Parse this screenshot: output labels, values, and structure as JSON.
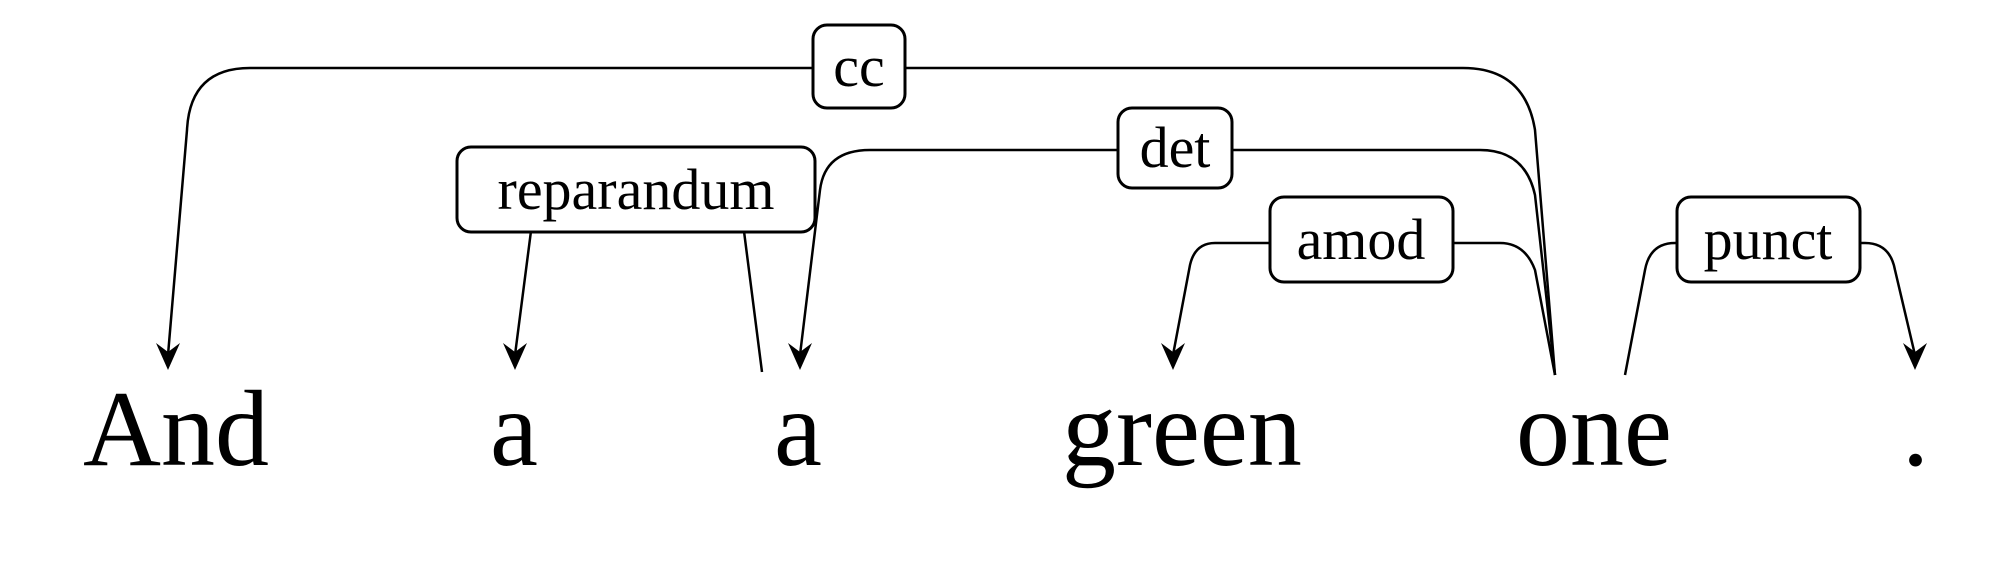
{
  "tokens": [
    "And",
    "a",
    "a",
    "green",
    "one",
    "."
  ],
  "arcs": [
    {
      "label": "cc",
      "head": 4,
      "dependent": 0,
      "arrow": true
    },
    {
      "label": "det",
      "head": 4,
      "dependent": 2,
      "arrow": true
    },
    {
      "label": "amod",
      "head": 4,
      "dependent": 3,
      "arrow": true
    },
    {
      "label": "punct",
      "head": 4,
      "dependent": 5,
      "arrow": true
    },
    {
      "label": "reparandum",
      "head": 2,
      "dependent": 1,
      "arrow": true
    }
  ]
}
